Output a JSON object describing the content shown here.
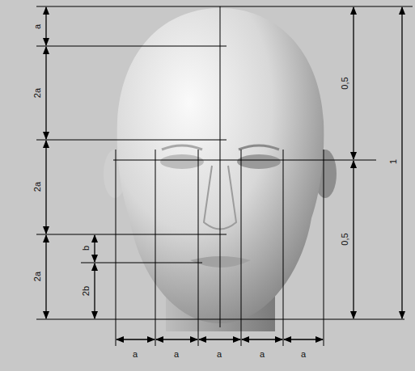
{
  "diagram": {
    "labels": [
      "a",
      "2a",
      "2a",
      "2a",
      "b",
      "2b",
      "a",
      "a",
      "a",
      "a",
      "a",
      "0,5",
      "0,5",
      "1"
    ]
  }
}
